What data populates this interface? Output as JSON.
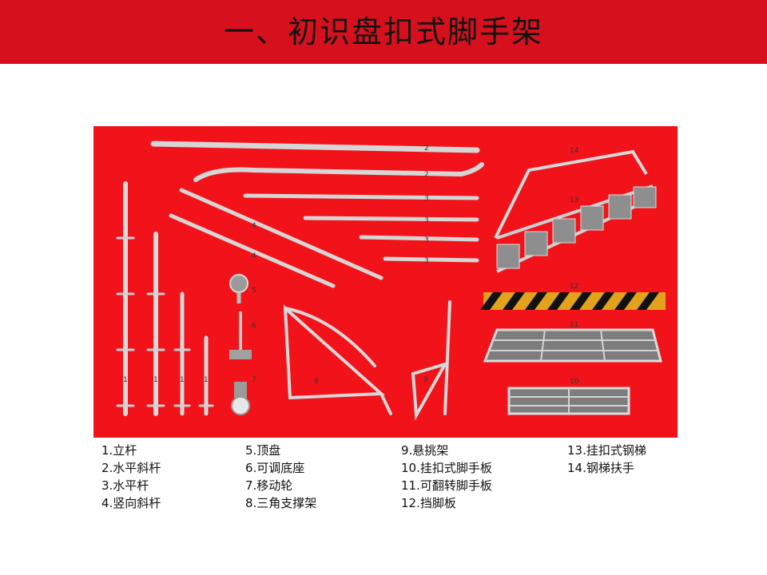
{
  "header": {
    "title": "一、初识盘扣式脚手架",
    "bar_color": "#d7101e"
  },
  "photo": {
    "background_color": "#f2131a",
    "component_labels": [
      "1",
      "1",
      "1",
      "1",
      "2",
      "2",
      "3",
      "3",
      "3",
      "3",
      "4",
      "4",
      "5",
      "6",
      "7",
      "8",
      "9",
      "10",
      "11",
      "12",
      "13",
      "14"
    ]
  },
  "legend": {
    "columns": [
      [
        "1.立杆",
        "2.水平斜杆",
        "3.水平杆",
        "4.竖向斜杆"
      ],
      [
        "5.顶盘",
        "6.可调底座",
        "7.移动轮",
        "8.三角支撑架"
      ],
      [
        "9.悬挑架",
        "10.挂扣式脚手板",
        "11.可翻转脚手板",
        "12.挡脚板"
      ],
      [
        "13.挂扣式钢梯",
        "14.钢梯扶手"
      ]
    ]
  }
}
